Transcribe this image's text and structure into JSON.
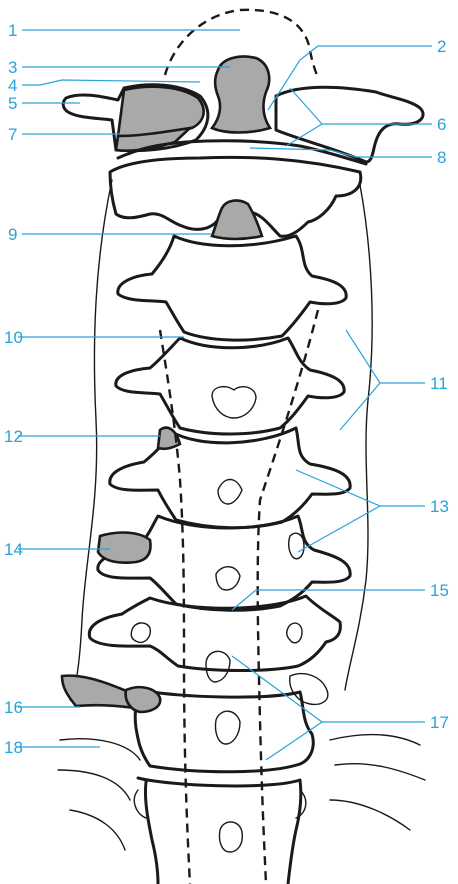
{
  "colors": {
    "callout": "#2aa3d8",
    "ink": "#1a1a1a",
    "shade": "#a9a9a9"
  },
  "labels": [
    {
      "text": "1"
    },
    {
      "text": "2"
    },
    {
      "text": "3"
    },
    {
      "text": "4"
    },
    {
      "text": "5"
    },
    {
      "text": "6"
    },
    {
      "text": "7"
    },
    {
      "text": "8"
    },
    {
      "text": "9"
    },
    {
      "text": "10"
    },
    {
      "text": "11"
    },
    {
      "text": "12"
    },
    {
      "text": "13"
    },
    {
      "text": "14"
    },
    {
      "text": "15"
    },
    {
      "text": "16"
    },
    {
      "text": "17"
    },
    {
      "text": "18"
    }
  ]
}
